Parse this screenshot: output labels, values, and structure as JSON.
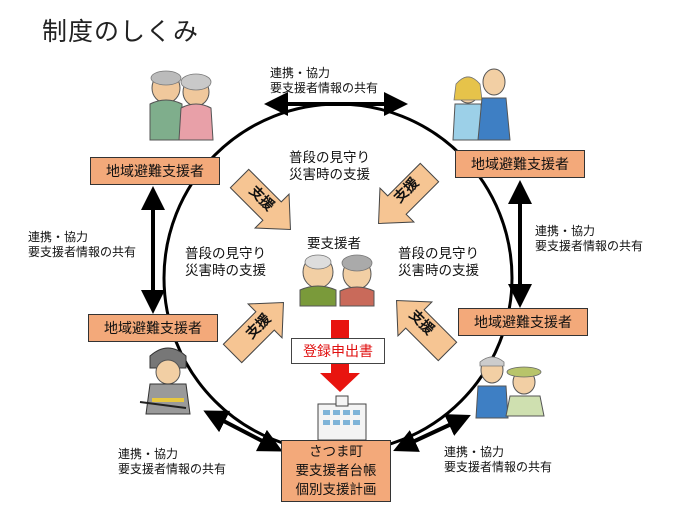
{
  "title": "制度のしくみ",
  "supporter_box_label": "地域避難支援者",
  "cooperation": {
    "line1": "連携・協力",
    "line2": "要支援者情報の共有"
  },
  "support_label": "支援",
  "watch": {
    "line1": "普段の見守り",
    "line2": "災害時の支援"
  },
  "center_label": "要支援者",
  "registration_label": "登録申出書",
  "town": {
    "line1": "さつま町",
    "line2": "要支援者台帳",
    "line3": "個別支援計画"
  },
  "colors": {
    "box_fill": "#f3a97a",
    "arrow_fill": "#f6c593",
    "registration_arrow": "#e8140f",
    "registration_text": "#e01010"
  }
}
